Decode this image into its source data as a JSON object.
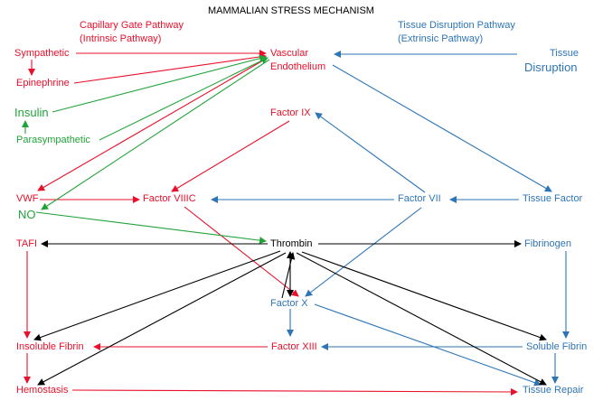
{
  "title": "MAMMALIAN STRESS MECHANISM",
  "pathways": {
    "intrinsic": {
      "line1": "Capillary Gate Pathway",
      "line2": "(Intrinsic Pathway)"
    },
    "extrinsic": {
      "line1": "Tissue Disruption Pathway",
      "line2": "(Extrinsic Pathway)"
    }
  },
  "nodes": {
    "sympathetic": "Sympathetic",
    "epinephrine": "Epinephrine",
    "insulin": "Insulin",
    "parasympathetic": "Parasympathetic",
    "vascular_1": "Vascular",
    "vascular_2": "Endothelium",
    "tissue_disruption_1": "Tissue",
    "tissue_disruption_2": "Disruption",
    "factor_ix": "Factor IX",
    "vwf": "VWF",
    "no": "NO",
    "factor_viiic": "Factor VIIIC",
    "factor_vii": "Factor VII",
    "tissue_factor": "Tissue Factor",
    "tafi": "TAFI",
    "thrombin": "Thrombin",
    "fibrinogen": "Fibrinogen",
    "factor_x": "Factor X",
    "insoluble_fibrin": "Insoluble Fibrin",
    "factor_xiii": "Factor XIII",
    "soluble_fibrin": "Soluble Fibrin",
    "hemostasis": "Hemostasis",
    "tissue_repair": "Tissue Repair"
  },
  "colors": {
    "intrinsic": "#e8102a",
    "extrinsic": "#2e75b6",
    "neural": "#21a33a",
    "thrombin": "#000000"
  }
}
